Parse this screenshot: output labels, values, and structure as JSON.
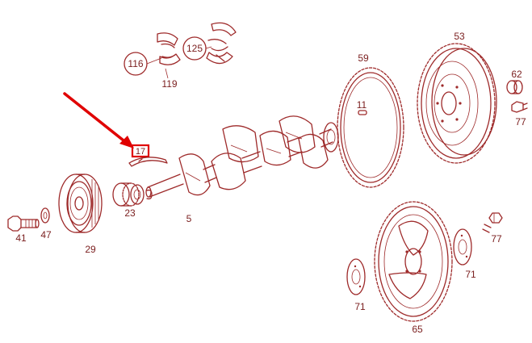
{
  "labels": {
    "part_116": "116",
    "part_125": "125",
    "part_119": "119",
    "part_59": "59",
    "part_53": "53",
    "part_11": "11",
    "part_62": "62",
    "part_77_top": "77",
    "part_17": "17",
    "part_23": "23",
    "part_5": "5",
    "part_41": "41",
    "part_47": "47",
    "part_29": "29",
    "part_77_bottom": "77",
    "part_71_right": "71",
    "part_71_left": "71",
    "part_65": "65"
  },
  "colors": {
    "line": "#9e2a2a",
    "highlight_box": "#e00000",
    "arrow": "#e00000",
    "background": "#ffffff"
  }
}
